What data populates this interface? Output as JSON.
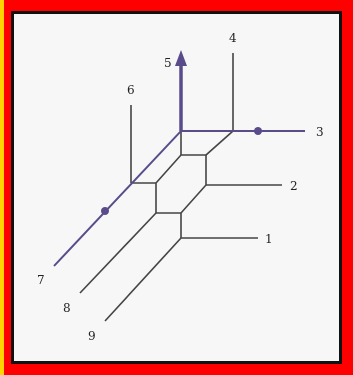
{
  "diagram": {
    "labels": {
      "l1": "1",
      "l2": "2",
      "l3": "3",
      "l4": "4",
      "l5": "5",
      "l6": "6",
      "l7": "7",
      "l8": "8",
      "l9": "9"
    },
    "colors": {
      "outer_border": "#ff0000",
      "left_edge": "#ffd400",
      "inner_border": "#111111",
      "paper": "#f7f7f7",
      "line": "#444444",
      "accent": "#5a4b8a"
    }
  }
}
